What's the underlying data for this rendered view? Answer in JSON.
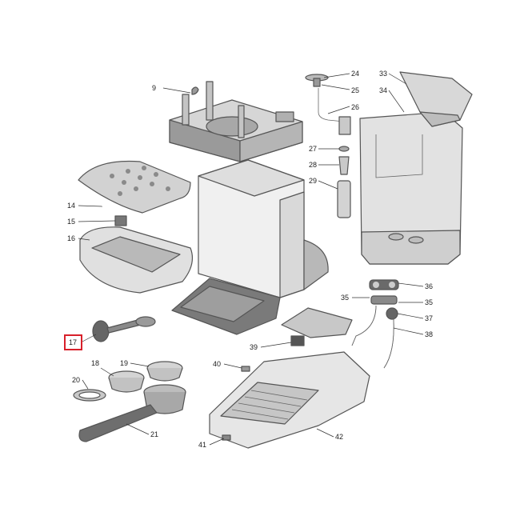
{
  "diagram": {
    "callouts": [
      {
        "id": "c9",
        "text": "9"
      },
      {
        "id": "c24",
        "text": "24"
      },
      {
        "id": "c25",
        "text": "25"
      },
      {
        "id": "c26",
        "text": "26"
      },
      {
        "id": "c27",
        "text": "27"
      },
      {
        "id": "c28",
        "text": "28"
      },
      {
        "id": "c29",
        "text": "29"
      },
      {
        "id": "c33",
        "text": "33"
      },
      {
        "id": "c34",
        "text": "34"
      },
      {
        "id": "c14",
        "text": "14"
      },
      {
        "id": "c15",
        "text": "15"
      },
      {
        "id": "c16",
        "text": "16"
      },
      {
        "id": "c17",
        "text": "17"
      },
      {
        "id": "c18",
        "text": "18"
      },
      {
        "id": "c19",
        "text": "19"
      },
      {
        "id": "c20",
        "text": "20"
      },
      {
        "id": "c21",
        "text": "21"
      },
      {
        "id": "c35a",
        "text": "35"
      },
      {
        "id": "c35b",
        "text": "35"
      },
      {
        "id": "c36",
        "text": "36"
      },
      {
        "id": "c37",
        "text": "37"
      },
      {
        "id": "c38",
        "text": "38"
      },
      {
        "id": "c39",
        "text": "39"
      },
      {
        "id": "c40",
        "text": "40"
      },
      {
        "id": "c41",
        "text": "41"
      },
      {
        "id": "c42",
        "text": "42"
      }
    ],
    "highlighted": "17",
    "colors": {
      "highlight": "#d8202a",
      "part_fill": "#cfcfcf",
      "part_dark": "#8a8a8a",
      "outline": "#555555"
    }
  }
}
